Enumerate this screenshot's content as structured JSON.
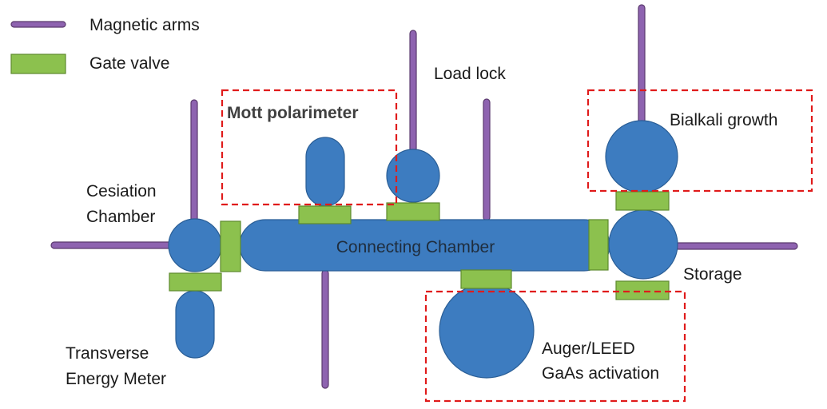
{
  "legend": {
    "arms_label": "Magnetic arms",
    "valve_label": "Gate valve"
  },
  "labels": {
    "load_lock": "Load lock",
    "mott": "Mott polarimeter",
    "bialkali": "Bialkali growth",
    "cesiation_line1": "Cesiation",
    "cesiation_line2": "Chamber",
    "connecting": "Connecting Chamber",
    "storage": "Storage",
    "auger_line1": "Auger/LEED",
    "auger_line2": "GaAs activation",
    "tem_line1": "Transverse",
    "tem_line2": "Energy Meter"
  },
  "colors": {
    "magnetic_arm": "#8e63b0",
    "gate_valve": "#8cc14e",
    "chamber": "#3d7cc0",
    "highlight_box": "#e01b1b"
  }
}
